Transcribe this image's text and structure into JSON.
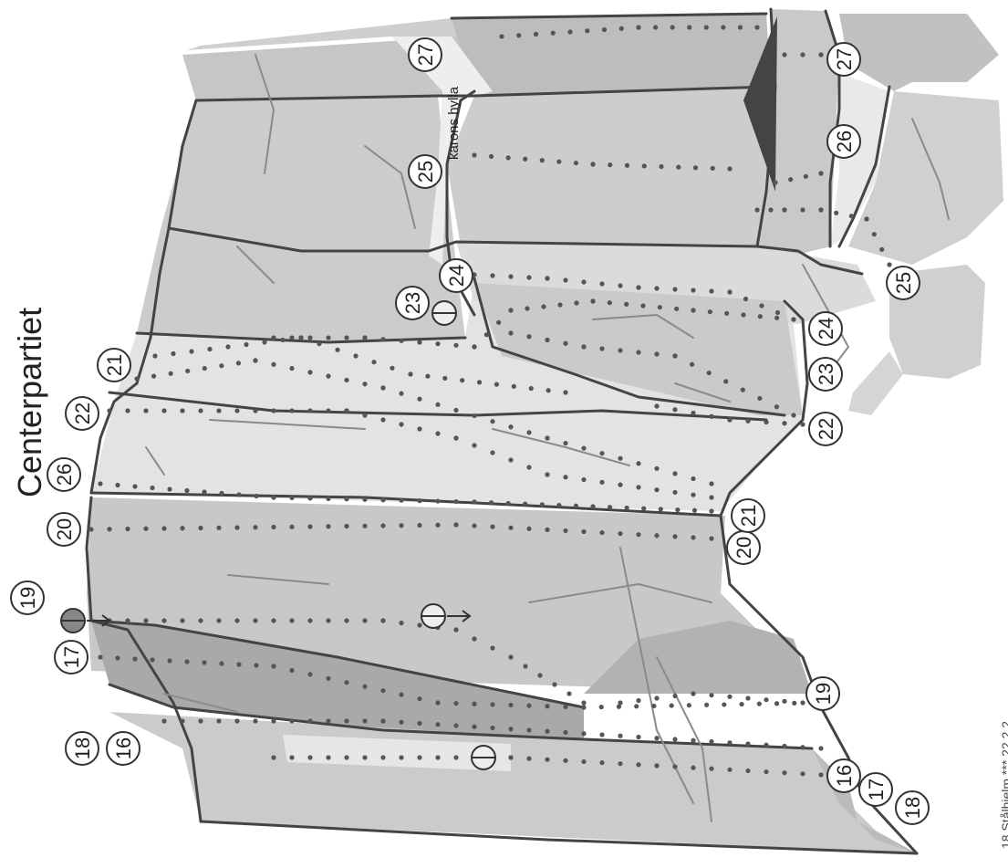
{
  "title": "Centerpartiet",
  "ledge_label": "karons hylla",
  "footer_text": "18  Stålhjelm   ***       22   2  2",
  "colors": {
    "background": "#ffffff",
    "rock_light": "#e4e4e4",
    "rock_mid": "#cfcfcf",
    "rock_dark": "#b6b6b6",
    "rock_darker": "#a8a8a8",
    "edge": "#444444",
    "crack": "#8a8a8a",
    "shadow": "#444444"
  },
  "route_labels_top": [
    "18",
    "16",
    "17",
    "19",
    "20",
    "26",
    "22",
    "21",
    "23",
    "24",
    "25",
    "27"
  ],
  "route_labels_bottom": [
    "18",
    "17",
    "16",
    "19",
    "20",
    "21",
    "22",
    "23",
    "24",
    "25",
    "26",
    "27"
  ]
}
